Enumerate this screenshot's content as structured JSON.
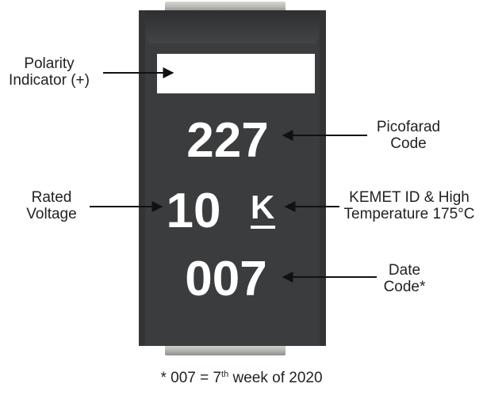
{
  "component": {
    "body_color": "#3b3c3d",
    "terminal_color": "#b9bab5",
    "marking_color": "#ffffff",
    "polarity_band_color": "#ffffff",
    "picofarad_code": "227",
    "rated_voltage": "10",
    "kemet_id": "K",
    "date_code": "007"
  },
  "callouts": {
    "polarity": {
      "line1": "Polarity",
      "line2": "Indicator (+)"
    },
    "picofarad": {
      "line1": "Picofarad",
      "line2": "Code"
    },
    "rated_voltage": {
      "line1": "Rated",
      "line2": "Voltage"
    },
    "kemet": {
      "line1": "KEMET ID & High",
      "line2": "Temperature 175°C"
    },
    "date": {
      "line1": "Date",
      "line2": "Code*"
    }
  },
  "footnote": {
    "prefix": "* 007 = 7",
    "superscript": "th",
    "suffix": " week of 2020"
  }
}
